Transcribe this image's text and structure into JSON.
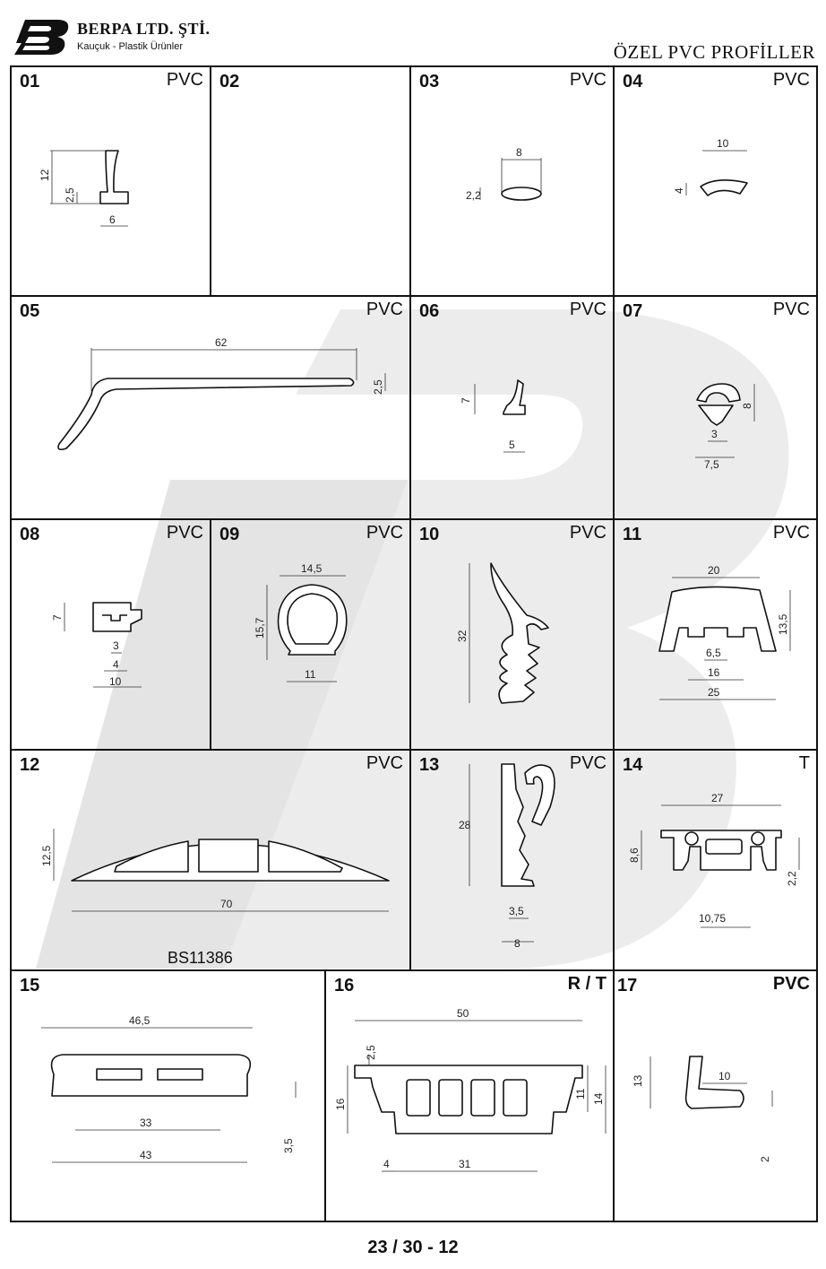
{
  "header": {
    "company": "BERPA LTD. ŞTİ.",
    "tagline": "Kauçuk - Plastik Ürünler",
    "title": "ÖZEL PVC PROFİLLER"
  },
  "footer": {
    "page_code": "23 / 30 - 12"
  },
  "colors": {
    "line": "#111111",
    "watermark": "#e6e6e6"
  },
  "profiles": [
    {
      "num": "01",
      "material": "PVC",
      "dims": [
        "12",
        "2,5",
        "6"
      ]
    },
    {
      "num": "02",
      "material": "",
      "dims": []
    },
    {
      "num": "03",
      "material": "PVC",
      "dims": [
        "8",
        "2,2"
      ]
    },
    {
      "num": "04",
      "material": "PVC",
      "dims": [
        "10",
        "4"
      ]
    },
    {
      "num": "05",
      "material": "PVC",
      "dims": [
        "62",
        "2,5"
      ]
    },
    {
      "num": "06",
      "material": "PVC",
      "dims": [
        "7",
        "5"
      ]
    },
    {
      "num": "07",
      "material": "PVC",
      "dims": [
        "8",
        "3",
        "7,5"
      ]
    },
    {
      "num": "08",
      "material": "PVC",
      "dims": [
        "7",
        "3",
        "4",
        "10"
      ]
    },
    {
      "num": "09",
      "material": "PVC",
      "dims": [
        "14,5",
        "15,7",
        "11"
      ]
    },
    {
      "num": "10",
      "material": "PVC",
      "dims": [
        "32"
      ]
    },
    {
      "num": "11",
      "material": "PVC",
      "dims": [
        "20",
        "13,5",
        "6,5",
        "16",
        "25"
      ]
    },
    {
      "num": "12",
      "material": "PVC",
      "dims": [
        "12,5",
        "70"
      ],
      "caption": "BS11386"
    },
    {
      "num": "13",
      "material": "PVC",
      "dims": [
        "28",
        "3,5",
        "8"
      ]
    },
    {
      "num": "14",
      "material": "T",
      "dims": [
        "27",
        "8,6",
        "2,2",
        "10,75"
      ]
    },
    {
      "num": "15",
      "material": "",
      "dims": [
        "46,5",
        "33",
        "43",
        "3,5"
      ]
    },
    {
      "num": "16",
      "material": "R / T",
      "dims": [
        "50",
        "2,5",
        "16",
        "11",
        "14",
        "4",
        "31"
      ]
    },
    {
      "num": "17",
      "material": "PVC",
      "dims": [
        "13",
        "10",
        "2"
      ]
    }
  ]
}
